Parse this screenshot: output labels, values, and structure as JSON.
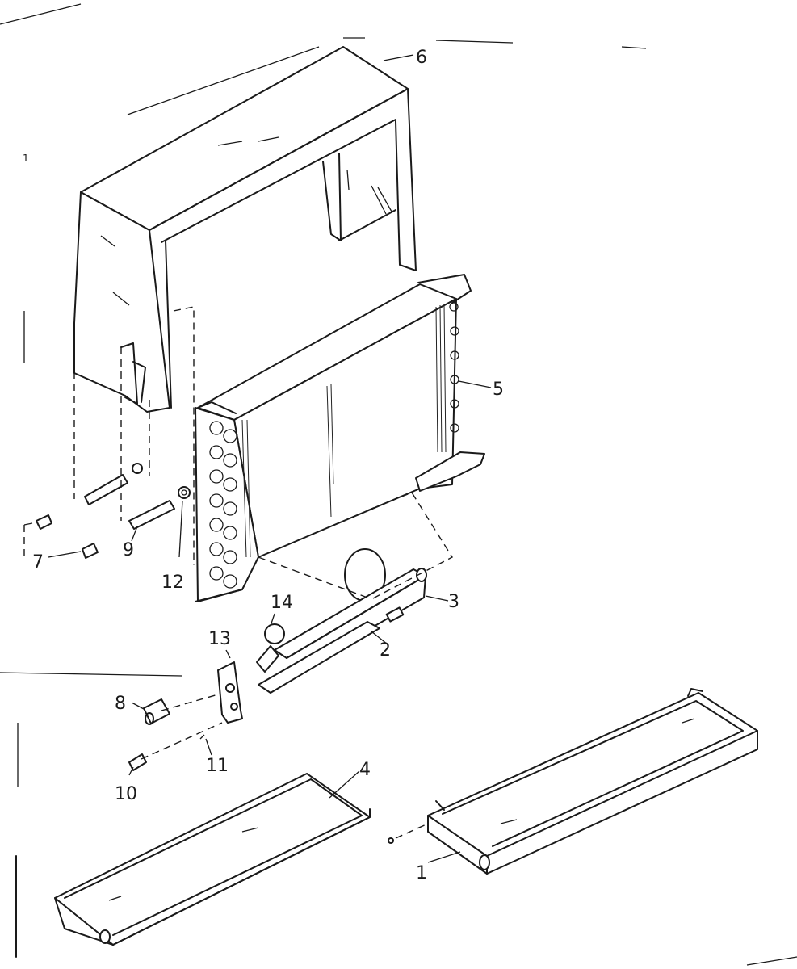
{
  "diagram": {
    "labels": {
      "p1": "1",
      "p2": "2",
      "p3": "3",
      "p4": "4",
      "p5": "5",
      "p6": "6",
      "p7": "7",
      "p8": "8",
      "p9": "9",
      "p10": "10",
      "p11": "11",
      "p12": "12",
      "p13": "13",
      "p14": "14",
      "margin_mark": "1"
    }
  }
}
